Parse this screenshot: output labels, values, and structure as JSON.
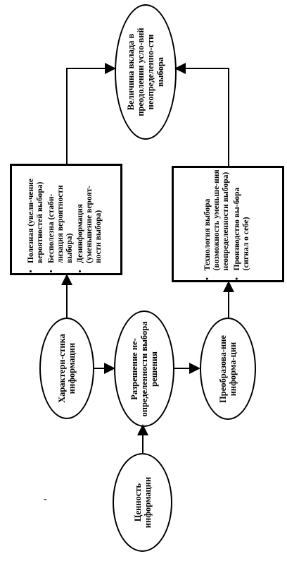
{
  "nodes": {
    "value": "Ценность информации",
    "characteristic": "Характери-стика информации",
    "resolution": "Разрешение не-определенности выбора решения",
    "transformation": "Преобразова-ние информа-ции",
    "contribution": "Величина вклада в преодолении усло-вий неопределенно-сти выбора"
  },
  "characteristic_list": [
    "Полезная (увели-чение вероятностей выбора)",
    "Бесполезна (стаби-лизация вероятности выбора)",
    "Дезинформация (уменьшение вероят-ности выбора)"
  ],
  "technology_list": [
    "Технология выбора (возможность уменьше-ния неопределенности выбора)",
    "Производство вы-бора (сигнал о себе)"
  ],
  "stray_mark": "-"
}
